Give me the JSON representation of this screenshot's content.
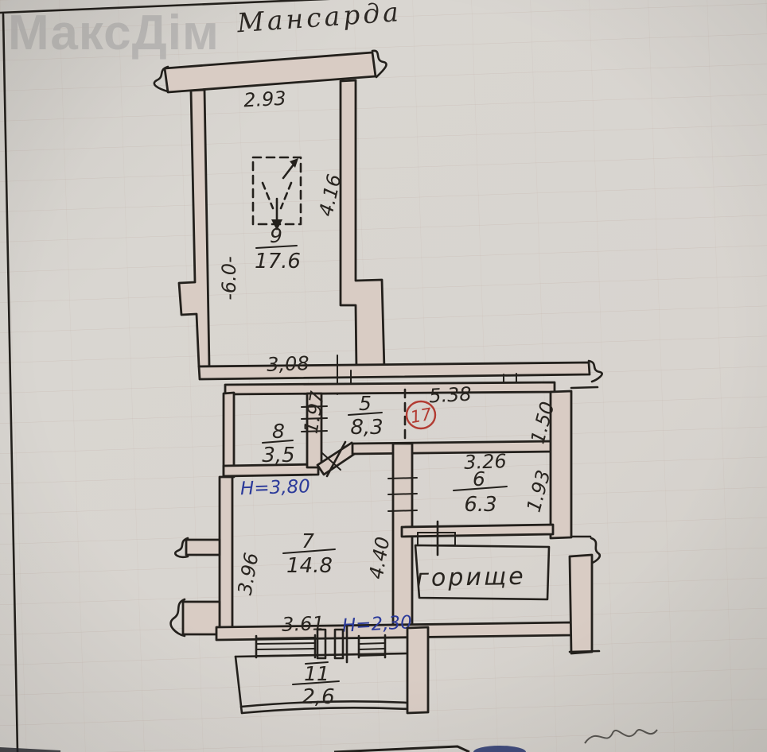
{
  "watermark": "МаксДім",
  "title": "Мансарда",
  "plan": {
    "apartment_circle": "17",
    "attic_label": "горище",
    "rooms": {
      "r9": {
        "number": "9",
        "area": "17.6"
      },
      "r5": {
        "number": "5",
        "area": "8,3"
      },
      "r8": {
        "number": "8",
        "area": "3,5"
      },
      "r6": {
        "number": "6",
        "area": "6.3"
      },
      "r7": {
        "number": "7",
        "area": "14.8"
      },
      "r11": {
        "number": "11",
        "area": "2,6"
      }
    },
    "dimensions": {
      "d293": "2.93",
      "d416": "4.16",
      "d60": "-6.0-",
      "d308": "3,08",
      "d197": "1.97",
      "d538": "5.38",
      "d150": "1.50",
      "d326": "3.26",
      "d193": "1.93",
      "d396": "3.96",
      "d440": "4.40",
      "d361": "3.61"
    },
    "heights": {
      "h380": "H=3,80",
      "h230": "H=2,30"
    }
  },
  "colors": {
    "ink": "#28241f",
    "red": "#b23b32",
    "blue": "#2b3a9a",
    "paper": "#d7d4cf",
    "watermark": "#b5b3b1"
  }
}
